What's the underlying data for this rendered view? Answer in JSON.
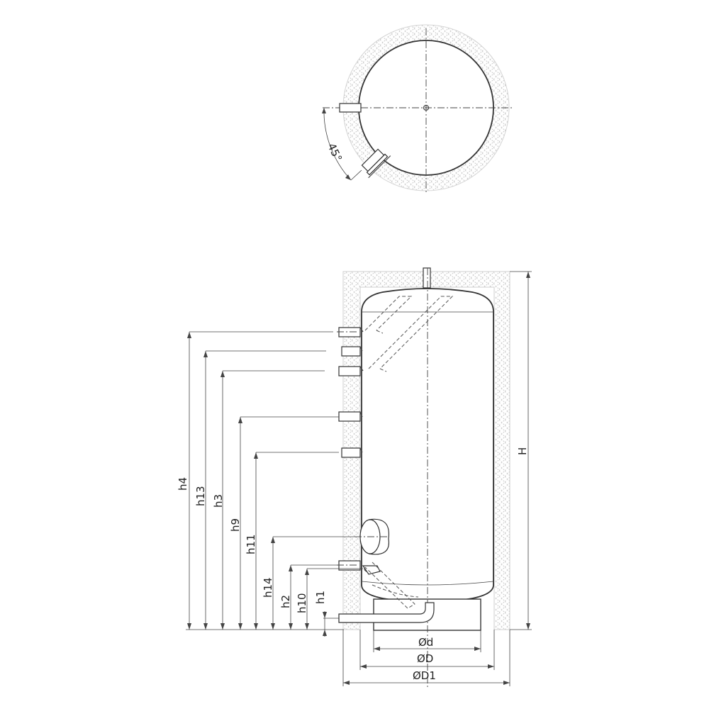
{
  "top_view": {
    "angle_label": "45°"
  },
  "side_view": {
    "height_labels": {
      "h4": "h4",
      "h13": "h13",
      "h3": "h3",
      "h9": "h9",
      "h11": "h11",
      "h14": "h14",
      "h2": "h2",
      "h10": "h10",
      "h1": "h1",
      "H": "H"
    },
    "diameter_labels": {
      "d": "Ød",
      "D": "ØD",
      "D1": "ØD1"
    }
  },
  "colors": {
    "line": "#333333",
    "insulation_hatch": "#c9c9c9",
    "background": "#ffffff"
  }
}
